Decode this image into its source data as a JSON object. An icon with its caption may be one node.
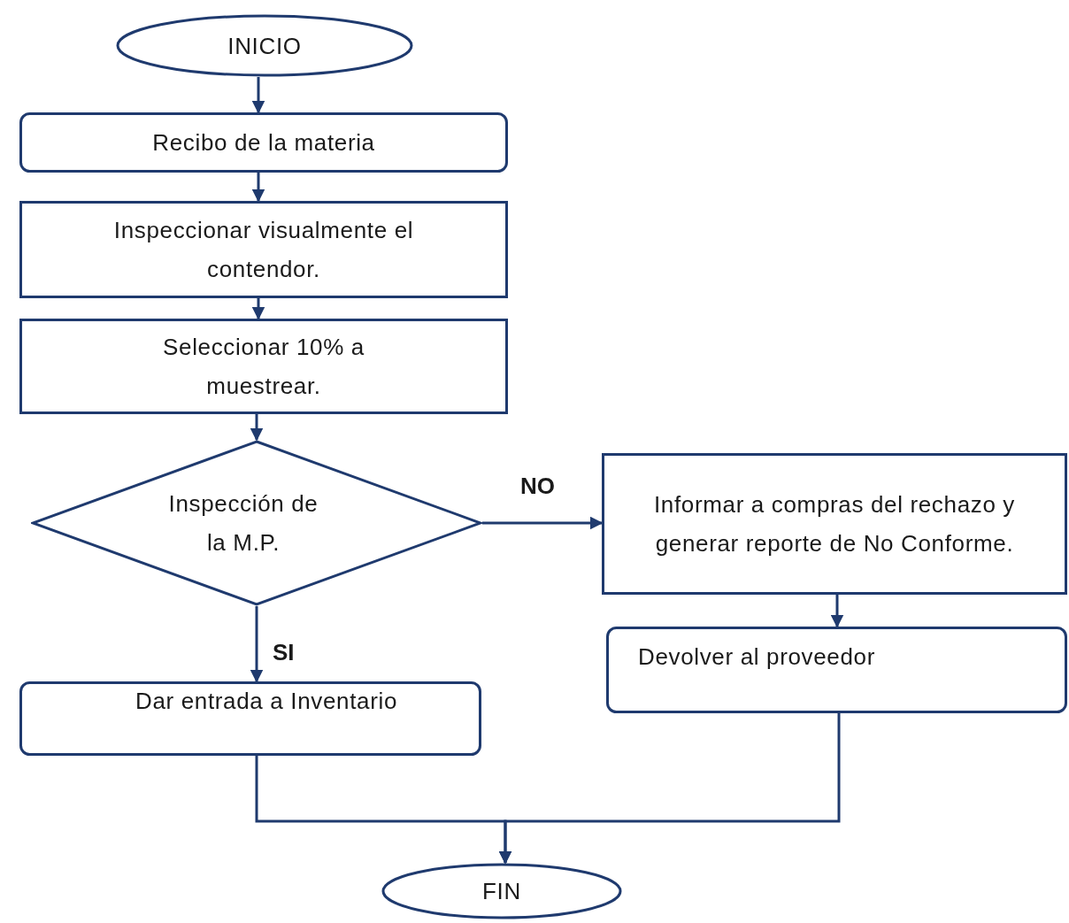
{
  "diagram": {
    "nodes": [
      {
        "text": [
          "INICIO"
        ]
      },
      {
        "text": [
          "Recibo de la materia"
        ]
      },
      {
        "text": [
          "Inspeccionar visualmente el contendor."
        ]
      },
      {
        "text": [
          "Seleccionar 10% a muestrear."
        ]
      },
      {
        "text": [
          "Inspección de la M.P."
        ]
      },
      {
        "text": [
          "Informar a compras del rechazo y generar reporte de No Conforme."
        ]
      },
      {
        "text": [
          "Devolver al proveedor"
        ]
      },
      {
        "text": [
          "Dar entrada a Inventario"
        ]
      },
      {
        "text": [
          "FIN"
        ]
      }
    ],
    "edges": [
      {
        "from": 0,
        "to": 1,
        "arrow": "to"
      },
      {
        "from": 1,
        "to": 2,
        "arrow": "to"
      },
      {
        "from": 2,
        "to": 3,
        "arrow": "to"
      },
      {
        "from": 3,
        "to": 4,
        "arrow": "to"
      },
      {
        "from": 4,
        "to": 5,
        "arrow": "to",
        "label": "NO"
      },
      {
        "from": 4,
        "to": 7,
        "arrow": "to",
        "label": "SI"
      },
      {
        "from": 5,
        "to": 6,
        "arrow": "to"
      },
      {
        "from": 7,
        "to": 8,
        "arrow": "to"
      },
      {
        "from": 6,
        "to": 8,
        "arrow": "to"
      }
    ]
  }
}
